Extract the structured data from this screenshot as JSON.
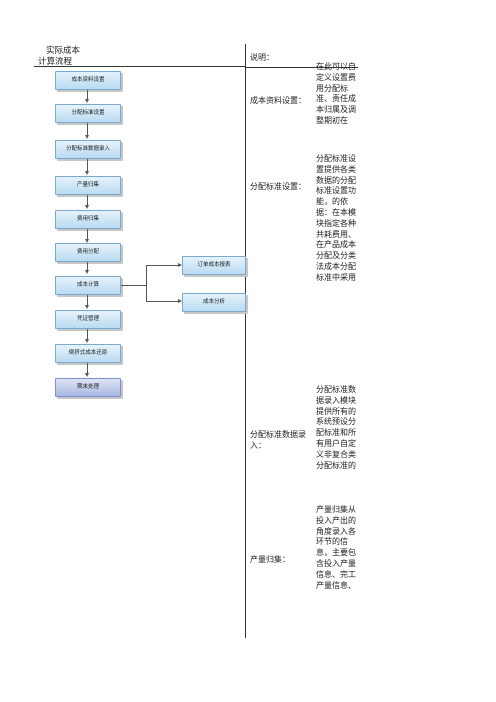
{
  "header": {
    "title_line1": "实际成本",
    "title_line2": "计算流程",
    "note_label": "说明："
  },
  "flow": {
    "steps": [
      "成本资料设置",
      "分配标准设置",
      "分配标准数据录入",
      "产量归集",
      "费用归集",
      "费用分配",
      "成本计算",
      "凭证管理",
      "倒挤式成本还原",
      "期末处理"
    ],
    "side_boxes": [
      "订单成本报表",
      "成本分析"
    ],
    "colors": {
      "box": "#b9dcf2",
      "border": "#7aa9cf",
      "final_box": "#a9b8e2"
    }
  },
  "sections": [
    {
      "label": "成本资料设置：",
      "desc": "在此可以自定义设置费用分配标准、责任成本归属及调整期初在"
    },
    {
      "label": "分配标准设置：",
      "desc": "分配标准设置提供各类数据的分配标准设置功能，的依据：在本模块指定各种共耗费用、在产品成本分配及分类法成本分配标准中采用的具体的分配标准；本模块和分配标准数据录入以及分配"
    },
    {
      "label": "分配标准数据录入：",
      "label_line1": "分配标准数据录",
      "label_line2": "入：",
      "desc": "分配标准数据录入模块提供所有的系统预设分配标准和所有用户自定义非复合类分配标准的"
    },
    {
      "label": "产量归集：",
      "desc": "产量归集从投入产出的角度录入各环节的信息，主要包含投入产量信息、完工产量信息、"
    }
  ]
}
